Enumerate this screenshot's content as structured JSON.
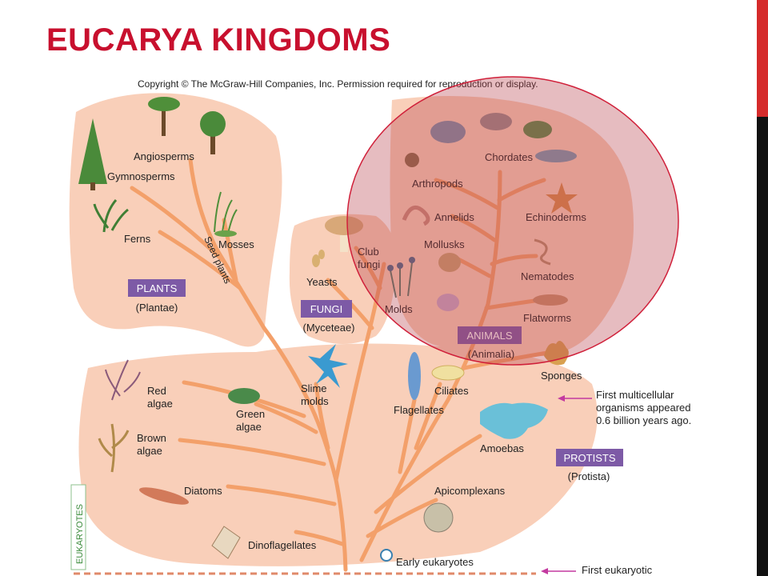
{
  "slide": {
    "title": "EUCARYA KINGDOMS",
    "copyright": "Copyright © The McGraw-Hill Companies, Inc. Permission required for reproduction or display."
  },
  "groups": {
    "plants": {
      "label": "PLANTS",
      "latin": "(Plantae)"
    },
    "fungi": {
      "label": "FUNGI",
      "latin": "(Myceteae)"
    },
    "animals": {
      "label": "ANIMALS",
      "latin": "(Animalia)"
    },
    "protists": {
      "label": "PROTISTS",
      "latin": "(Protista)"
    }
  },
  "taxa": {
    "angiosperms": "Angiosperms",
    "gymnosperms": "Gymnosperms",
    "ferns": "Ferns",
    "mosses": "Mosses",
    "seed_plants": "Seed plants",
    "club_fungi_1": "Club",
    "club_fungi_2": "fungi",
    "yeasts": "Yeasts",
    "molds": "Molds",
    "chordates": "Chordates",
    "arthropods": "Arthropods",
    "annelids": "Annelids",
    "echinoderms": "Echinoderms",
    "mollusks": "Mollusks",
    "nematodes": "Nematodes",
    "flatworms": "Flatworms",
    "sponges": "Sponges",
    "slime_molds_1": "Slime",
    "slime_molds_2": "molds",
    "ciliates": "Ciliates",
    "flagellates": "Flagellates",
    "red_algae_1": "Red",
    "red_algae_2": "algae",
    "green_algae_1": "Green",
    "green_algae_2": "algae",
    "brown_algae_1": "Brown",
    "brown_algae_2": "algae",
    "amoebas": "Amoebas",
    "diatoms": "Diatoms",
    "apicomplexans": "Apicomplexans",
    "dinoflagellates": "Dinoflagellates",
    "early_eukaryotes": "Early eukaryotes"
  },
  "annotations": {
    "multicellular_1": "First multicellular",
    "multicellular_2": "organisms appeared",
    "multicellular_3": "0.6 billion years ago.",
    "first_eukaryotic": "First eukaryotic",
    "eukaryotes_axis": "EUKARYOTES"
  },
  "colors": {
    "title": "#c8102e",
    "region_fill": "#f9cfb9",
    "branch": "#f3a06a",
    "label_box": "#7d5aa6",
    "highlight_fill": "#b8404a",
    "highlight_stroke": "#d0203a",
    "arrow": "#c33aa0",
    "accent_bar": "#d52b2b"
  }
}
